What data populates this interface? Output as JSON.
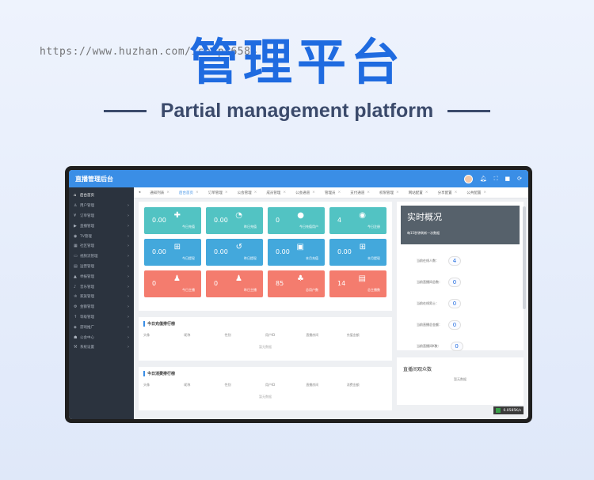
{
  "watermark": "https://www.huzhan.com/ishop36584",
  "hero": {
    "title": "管理平台",
    "subtitle": "Partial management platform"
  },
  "app": {
    "title": "直播管理后台",
    "top_icons": [
      "user-avatar",
      "bell-icon",
      "fullscreen-icon",
      "lock-icon",
      "refresh-icon"
    ]
  },
  "sidebar": {
    "items": [
      {
        "label": "后台首页",
        "icon": "home-icon",
        "active": true
      },
      {
        "label": "用户管理",
        "icon": "user-icon"
      },
      {
        "label": "订单管理",
        "icon": "yen-icon"
      },
      {
        "label": "直播管理",
        "icon": "video-icon"
      },
      {
        "label": "TV管理",
        "icon": "eye-icon"
      },
      {
        "label": "社区管理",
        "icon": "grid-icon"
      },
      {
        "label": "视频流管理",
        "icon": "stream-icon"
      },
      {
        "label": "运营管理",
        "icon": "calendar-icon"
      },
      {
        "label": "举报管理",
        "icon": "warning-icon"
      },
      {
        "label": "音乐管理",
        "icon": "music-icon"
      },
      {
        "label": "家族管理",
        "icon": "family-icon"
      },
      {
        "label": "金额管理",
        "icon": "gear-icon"
      },
      {
        "label": "等级管理",
        "icon": "level-icon"
      },
      {
        "label": "游戏推广",
        "icon": "game-icon"
      },
      {
        "label": "公会中心",
        "icon": "guild-icon"
      },
      {
        "label": "系统设置",
        "icon": "settings-icon"
      }
    ]
  },
  "tabs": [
    {
      "label": "通知列表",
      "active": false
    },
    {
      "label": "后台首页",
      "active": true
    },
    {
      "label": "订单管理",
      "active": false
    },
    {
      "label": "公会管理",
      "active": false
    },
    {
      "label": "成员管理",
      "active": false
    },
    {
      "label": "公会通道",
      "active": false
    },
    {
      "label": "管理员",
      "active": false
    },
    {
      "label": "支付通道",
      "active": false
    },
    {
      "label": "权限管理",
      "active": false
    },
    {
      "label": "网站配置",
      "active": false
    },
    {
      "label": "分享配置",
      "active": false
    },
    {
      "label": "公共配置",
      "active": false
    }
  ],
  "cards": [
    [
      {
        "value": "0.00",
        "label": "今日充值",
        "color": "teal",
        "icon": "✚"
      },
      {
        "value": "0.00",
        "label": "昨日充值",
        "color": "teal",
        "icon": "◔"
      },
      {
        "value": "0",
        "label": "今日充值用户",
        "color": "teal",
        "icon": "●"
      },
      {
        "value": "4",
        "label": "今日注册",
        "color": "teal",
        "icon": "◉"
      }
    ],
    [
      {
        "value": "0.00",
        "label": "今日提现",
        "color": "blue",
        "icon": "⊞"
      },
      {
        "value": "0.00",
        "label": "昨日提现",
        "color": "blue",
        "icon": "↺"
      },
      {
        "value": "0.00",
        "label": "本月充值",
        "color": "blue",
        "icon": "▣"
      },
      {
        "value": "0.00",
        "label": "本月提现",
        "color": "blue",
        "icon": "⊞"
      }
    ],
    [
      {
        "value": "0",
        "label": "今日主播",
        "color": "red",
        "icon": "♟"
      },
      {
        "value": "0",
        "label": "昨日主播",
        "color": "red",
        "icon": "♟"
      },
      {
        "value": "85",
        "label": "总用户数",
        "color": "red",
        "icon": "♣"
      },
      {
        "value": "14",
        "label": "总主播数",
        "color": "red",
        "icon": "▤"
      }
    ]
  ],
  "panel_recharge": {
    "title": "今日充值排行榜",
    "columns": [
      "头像",
      "昵称",
      "性别",
      "用户ID",
      "直播房间",
      "充值金额"
    ],
    "empty": "暂无数据"
  },
  "panel_consume": {
    "title": "今日消费排行榜",
    "columns": [
      "头像",
      "昵称",
      "性别",
      "用户ID",
      "直播房间",
      "消费金额"
    ],
    "empty": "暂无数据"
  },
  "realtime": {
    "title": "实时概况",
    "subtitle": "每15秒钟刷新一次数据",
    "stats": [
      {
        "label": "当前在线人数：",
        "value": "4"
      },
      {
        "label": "当前直播间总数：",
        "value": "0"
      },
      {
        "label": "当前在线男士：",
        "value": "0"
      },
      {
        "label": "当前直播总金额：",
        "value": "0"
      },
      {
        "label": "当前直播间K数：",
        "value": "0"
      }
    ]
  },
  "live_room": {
    "title": "直播间观众数",
    "empty": "暂无数据"
  },
  "badge": "0.0585K/s"
}
